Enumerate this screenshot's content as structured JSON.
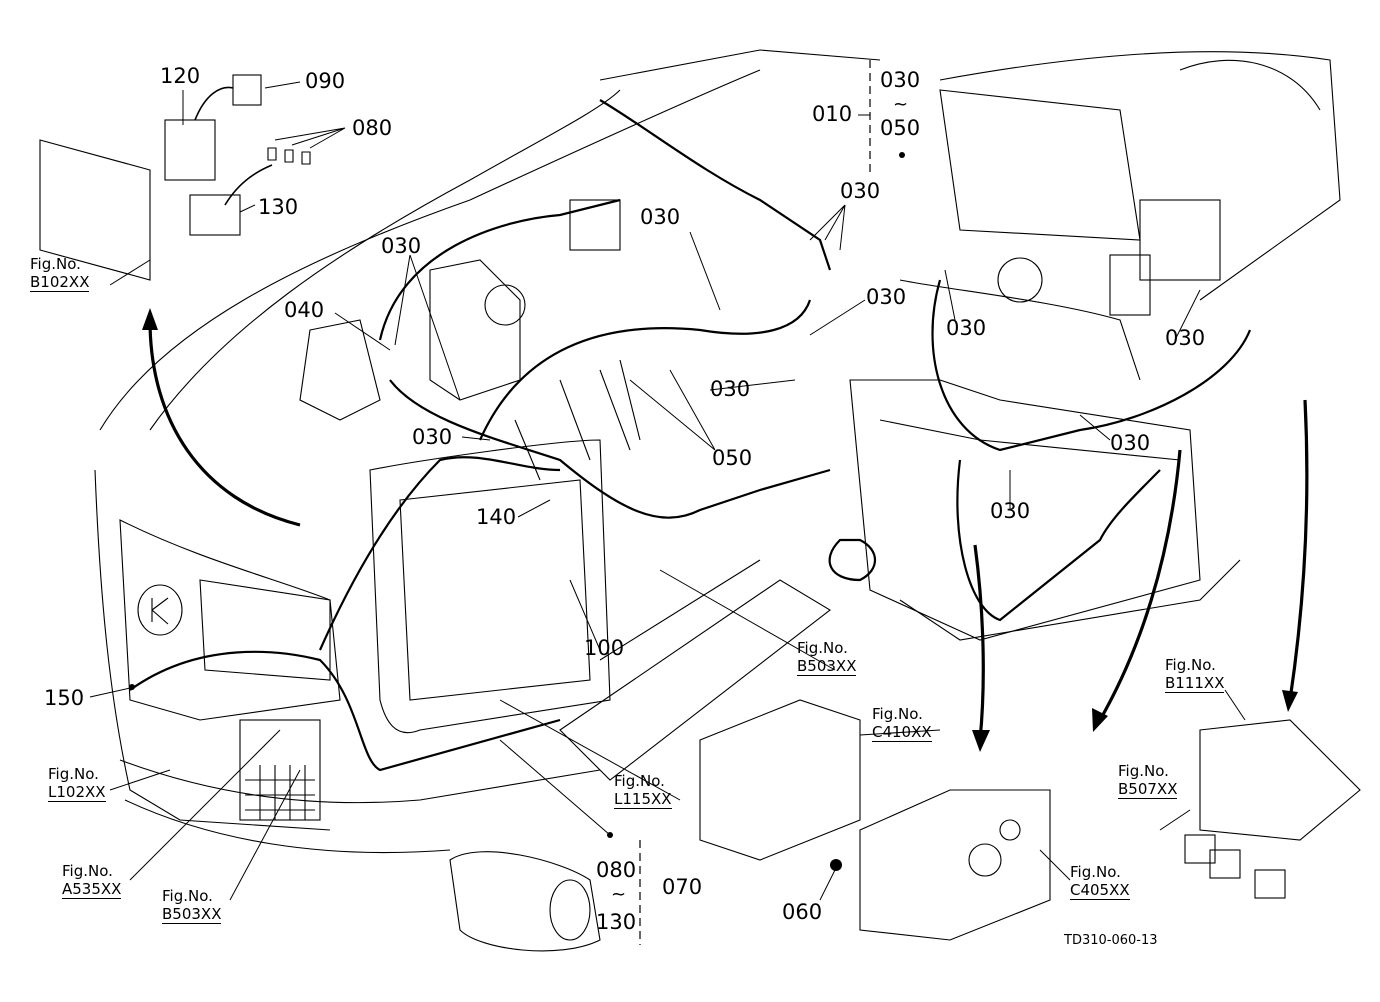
{
  "labels": {
    "p120": "120",
    "p090": "090",
    "p080_top": "080",
    "p130_top": "130",
    "p030_a": "030",
    "p050_a": "050",
    "p010": "010",
    "p030_b": "030",
    "p030_c": "030",
    "p030_d": "030",
    "p040": "040",
    "p030_e": "030",
    "p030_f": "030",
    "p030_g": "030",
    "p030_h": "030",
    "p030_i": "030",
    "p030_j": "030",
    "p030_k": "030",
    "p050_b": "050",
    "p140": "140",
    "p100": "100",
    "p150": "150",
    "p080_bot": "080",
    "p130_bot": "130",
    "p070": "070",
    "p060": "060",
    "tilde": "~"
  },
  "figrefs": {
    "b102": {
      "head": "Fig.No.",
      "ref": "B102XX"
    },
    "b503_mid": {
      "head": "Fig.No.",
      "ref": "B503XX"
    },
    "c410": {
      "head": "Fig.No.",
      "ref": "C410XX"
    },
    "b111": {
      "head": "Fig.No.",
      "ref": "B111XX"
    },
    "l102": {
      "head": "Fig.No.",
      "ref": "L102XX"
    },
    "l115": {
      "head": "Fig.No.",
      "ref": "L115XX"
    },
    "b507": {
      "head": "Fig.No.",
      "ref": "B507XX"
    },
    "c405": {
      "head": "Fig.No.",
      "ref": "C405XX"
    },
    "a535": {
      "head": "Fig.No.",
      "ref": "A535XX"
    },
    "b503_bot": {
      "head": "Fig.No.",
      "ref": "B503XX"
    }
  },
  "drawing_code": "TD310-060-13"
}
